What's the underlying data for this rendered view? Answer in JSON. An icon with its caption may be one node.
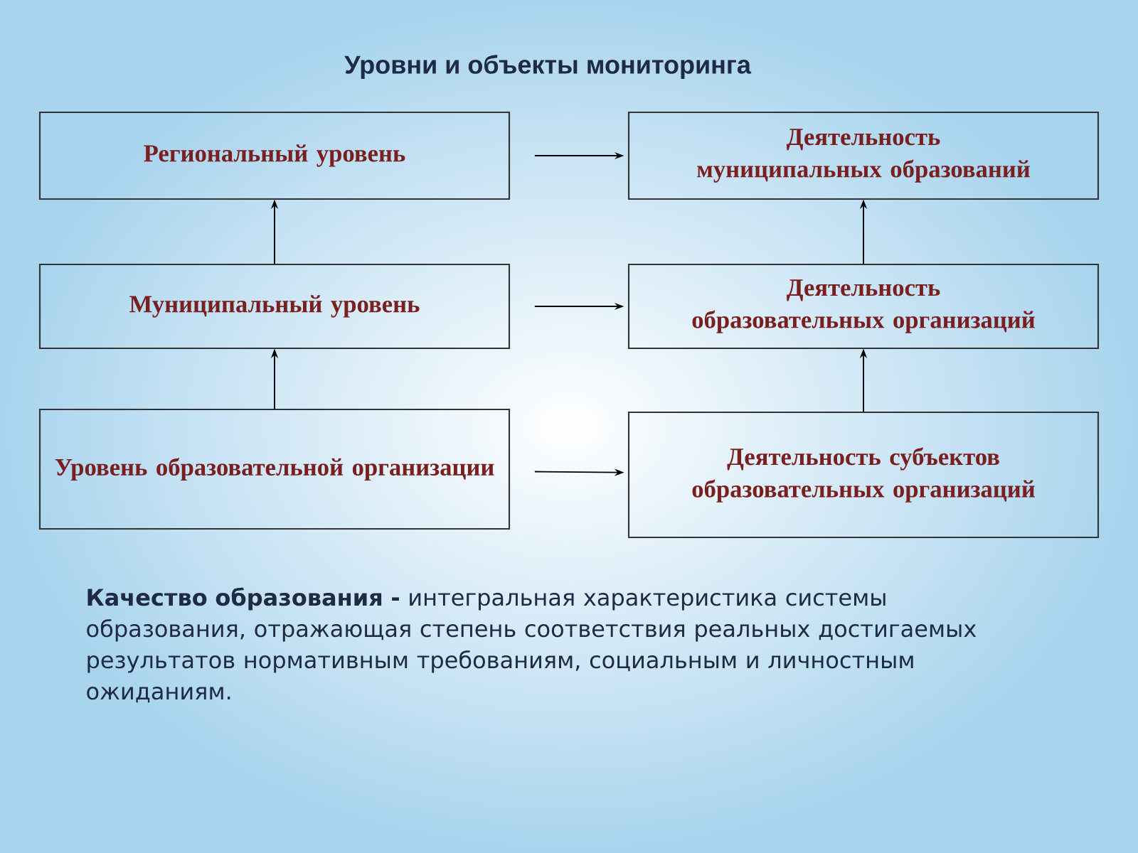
{
  "diagram": {
    "title": "Уровни и объекты мониторинга",
    "nodes": [
      {
        "text": [
          "Региональный уровень"
        ]
      },
      {
        "text": [
          "Муниципальный уровень"
        ]
      },
      {
        "text": [
          "Уровень образовательной организации"
        ]
      },
      {
        "text": [
          "Деятельность муниципальных образований"
        ]
      },
      {
        "text": [
          "Деятельность образовательных организаций"
        ]
      },
      {
        "text": [
          "Деятельность субъектов образовательных организаций"
        ]
      }
    ],
    "edges": [
      {
        "from": 1,
        "to": 0,
        "arrow": "to"
      },
      {
        "from": 2,
        "to": 1,
        "arrow": "to"
      },
      {
        "from": 0,
        "to": 3,
        "arrow": "to"
      },
      {
        "from": 1,
        "to": 4,
        "arrow": "to"
      },
      {
        "from": 2,
        "to": 5,
        "arrow": "to"
      },
      {
        "from": 4,
        "to": 3,
        "arrow": "to"
      },
      {
        "from": 5,
        "to": 4,
        "arrow": "to"
      }
    ],
    "labels": [
      "**Качество образования -** интегральная характеристика системы образования, отражающая степень соответствия реальных достигаемых результатов нормативным требованиям, социальным и личностным ожиданиям."
    ]
  }
}
